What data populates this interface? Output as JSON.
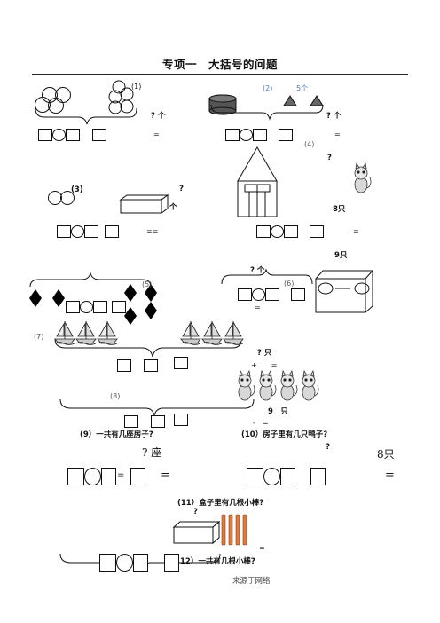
{
  "title": "专项一　大括号的问题",
  "p1": {
    "label": "(1)",
    "question": "? 个",
    "equals": "="
  },
  "p2": {
    "label": "(2)",
    "count": "5个",
    "question": "? 个",
    "equals": "="
  },
  "p3": {
    "label": "(3)",
    "question": "?",
    "question2": "个",
    "equals": "=="
  },
  "p4": {
    "label": "(4)",
    "question": "?",
    "total": "8只",
    "equals": "="
  },
  "p5": {
    "label": "(5)"
  },
  "p6": {
    "label": "(6)",
    "question": "? 个",
    "total": "9只",
    "equals": "="
  },
  "p7": {
    "label": "(7)",
    "question": "? 只",
    "ops": "+　　="
  },
  "p8": {
    "label": "(8)",
    "total": "9　只",
    "ops": "-　="
  },
  "p9": {
    "label": "(9）一共有几座房子?",
    "question": "? 座",
    "equals1": "=",
    "equals2": "="
  },
  "p10": {
    "label": "(10）房子里有几只鸭子?",
    "question": "?",
    "total": "8只",
    "equals": "="
  },
  "p11": {
    "label": "(11）盒子里有几根小棒?",
    "question": "?",
    "equals": "="
  },
  "p12": {
    "label": "12）一共有几根小棒?"
  },
  "footer": "来源于网络",
  "colors": {
    "accent": "#4a78c8",
    "stick": "#e07a40"
  },
  "icons": [
    "cat-icon",
    "house-icon",
    "box-icon",
    "sailboat-icon",
    "triangle-icon",
    "cylinder-icon",
    "diamond-icon",
    "stick-icon"
  ]
}
